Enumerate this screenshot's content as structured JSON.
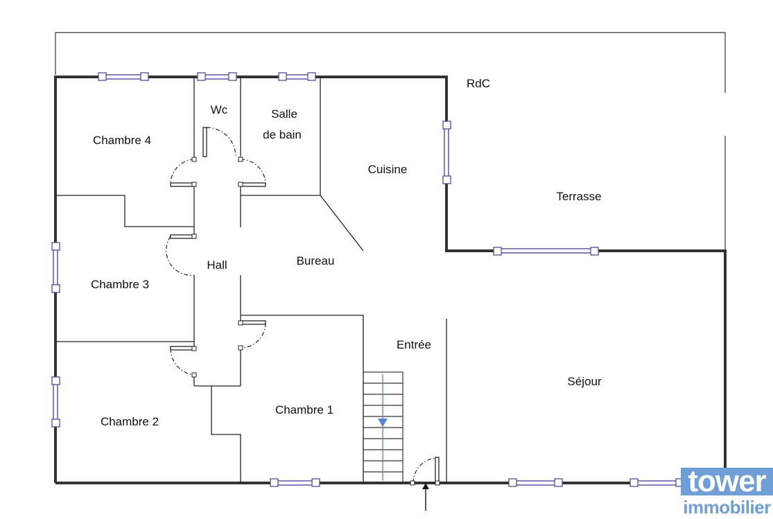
{
  "plan": {
    "level_label": "RdC",
    "rooms": {
      "chambre4": "Chambre 4",
      "wc": "Wc",
      "salle_de_bain_line1": "Salle",
      "salle_de_bain_line2": "de bain",
      "cuisine": "Cuisine",
      "terrasse": "Terrasse",
      "hall": "Hall",
      "bureau": "Bureau",
      "chambre3": "Chambre 3",
      "entree": "Entrée",
      "sejour": "Séjour",
      "chambre2": "Chambre 2",
      "chambre1": "Chambre 1"
    },
    "colors": {
      "window": "#5a56a8",
      "stair_arrow": "#4f86d3",
      "walls": "#333333"
    }
  },
  "logo": {
    "top_text": "tower",
    "bottom_text": "immobilier",
    "color": "#6f9fd6"
  }
}
